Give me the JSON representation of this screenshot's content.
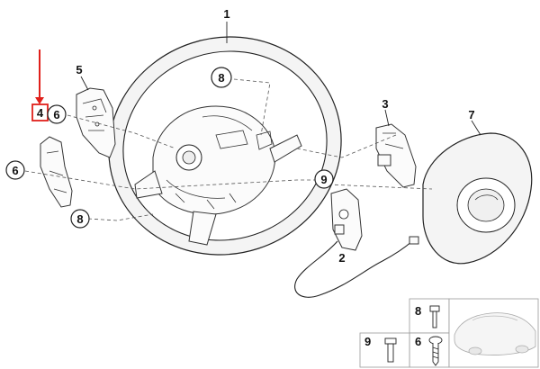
{
  "labels": {
    "part1": "1",
    "part2": "2",
    "part3": "3",
    "part4": "4",
    "part5": "5",
    "part6a": "6",
    "part6b": "6",
    "part7": "7",
    "part8a": "8",
    "part8b": "8",
    "part9": "9",
    "legend8": "8",
    "legend9": "9",
    "legend6": "6"
  },
  "colors": {
    "highlight": "#e0201b",
    "line": "#222222"
  }
}
